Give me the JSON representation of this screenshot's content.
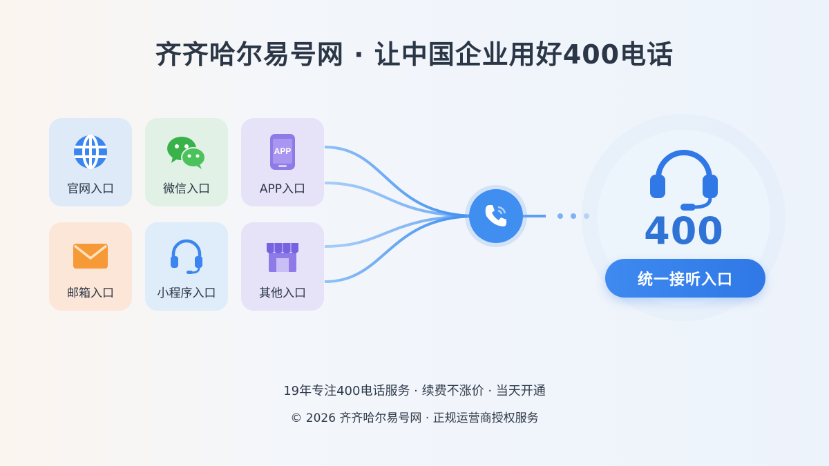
{
  "title": "齐齐哈尔易号网 · 让中国企业用好400电话",
  "entries": [
    {
      "label": "官网入口",
      "icon": "globe-icon"
    },
    {
      "label": "微信入口",
      "icon": "wechat-icon"
    },
    {
      "label": "APP入口",
      "icon": "app-phone-icon",
      "icon_text": "APP"
    },
    {
      "label": "邮箱入口",
      "icon": "envelope-icon"
    },
    {
      "label": "小程序入口",
      "icon": "headset-icon"
    },
    {
      "label": "其他入口",
      "icon": "storefront-icon"
    }
  ],
  "hub": {
    "icon": "phone-icon"
  },
  "target": {
    "icon": "headset-icon",
    "number": "400",
    "button_label": "统一接听入口"
  },
  "footer": {
    "line1": "19年专注400电话服务 · 续费不涨价 · 当天开通",
    "line2": "© 2026 齐齐哈尔易号网 · 正规运营商授权服务"
  },
  "colors": {
    "accent": "#3f8ef0",
    "number": "#2f73d6",
    "web_tile": "#dfeaf9",
    "wechat_tile": "#e2f1e6",
    "app_tile": "#e6e2f8",
    "mail_tile": "#fbe6d8"
  }
}
